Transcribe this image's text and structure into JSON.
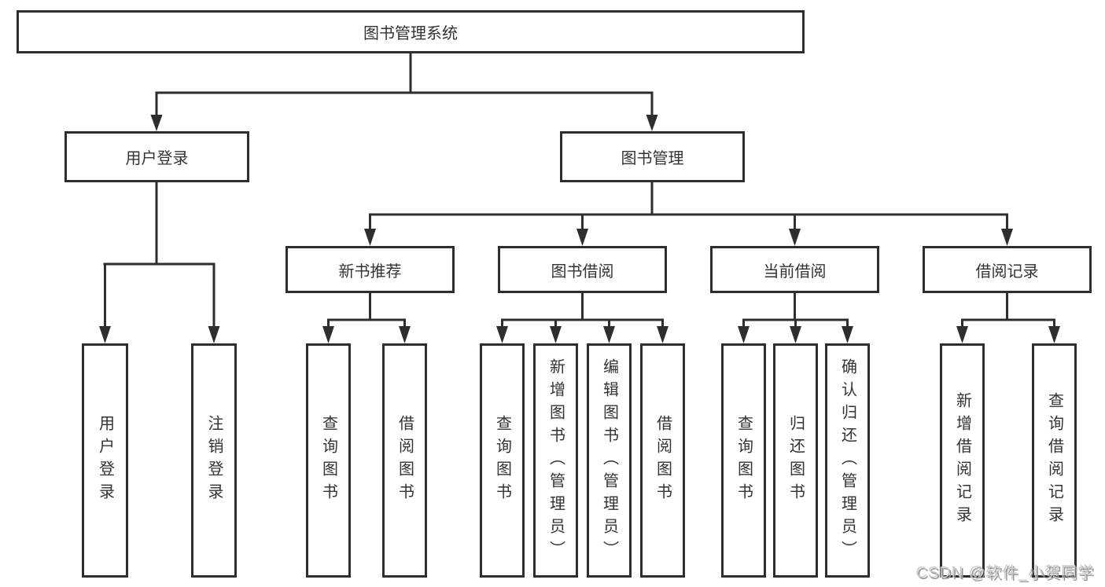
{
  "tree": {
    "root": "图书管理系统",
    "branches": [
      {
        "label": "用户登录",
        "children": [
          "用户登录",
          "注销登录"
        ]
      },
      {
        "label": "图书管理",
        "sections": [
          {
            "label": "新书推荐",
            "children": [
              "查询图书",
              "借阅图书"
            ]
          },
          {
            "label": "图书借阅",
            "children": [
              "查询图书",
              "新增图书（管理员）",
              "编辑图书（管理员）",
              "借阅图书"
            ]
          },
          {
            "label": "当前借阅",
            "children": [
              "查询图书",
              "归还图书",
              "确认归还（管理员）"
            ]
          },
          {
            "label": "借阅记录",
            "children": [
              "新增借阅记录",
              "查询借阅记录"
            ]
          }
        ]
      }
    ]
  },
  "watermark": {
    "text": "CSDN @软件_小贺同学"
  },
  "colors": {
    "line": "#2e2e2e",
    "box_border": "#2e2e2e",
    "text": "#333333",
    "watermark": "#c9c9c9",
    "background": "#ffffff"
  }
}
